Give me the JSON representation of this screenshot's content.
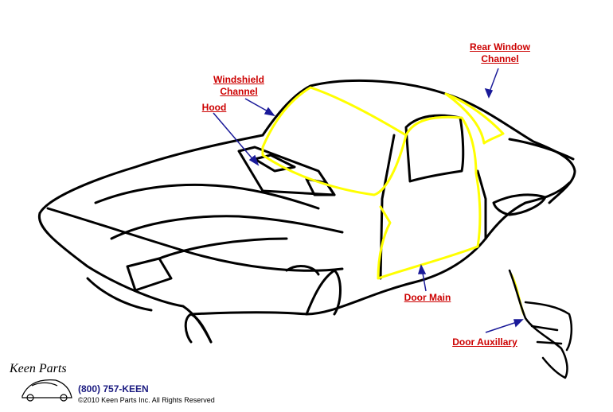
{
  "labels": {
    "rear_window_channel": [
      "Rear Window",
      "Channel"
    ],
    "windshield_channel": [
      "Windshield",
      "Channel"
    ],
    "hood": "Hood",
    "door_main": "Door Main",
    "door_auxiliary": "Door Auxillary"
  },
  "footer": {
    "logo": "Keen Parts",
    "phone": "(800) 757-KEEN",
    "copyright": "©2010 Keen Parts Inc. All Rights Reserved"
  },
  "colors": {
    "label_text": "#cc0000",
    "arrow": "#1a1a99",
    "highlight": "#ffff00",
    "outline": "#000000"
  }
}
